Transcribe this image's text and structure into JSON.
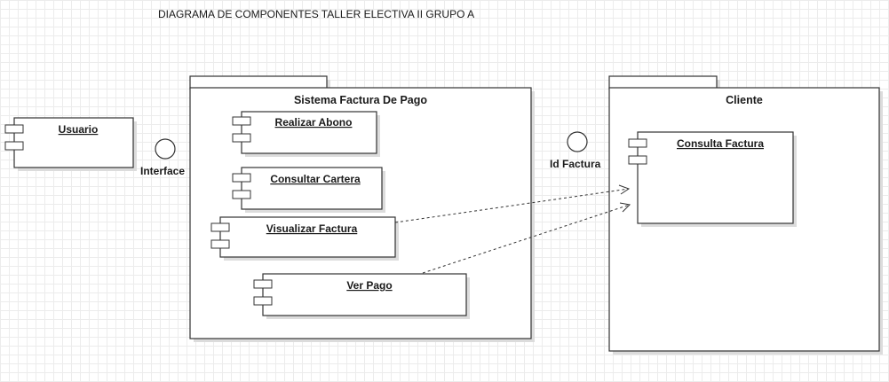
{
  "diagram": {
    "title": "DIAGRAMA DE COMPONENTES TALLER ELECTIVA II GRUPO A",
    "packages": {
      "sistema": "Sistema Factura De Pago",
      "cliente": "Cliente"
    },
    "components": {
      "usuario": "Usuario",
      "realizar_abono": "Realizar Abono",
      "consultar_cartera": "Consultar Cartera",
      "visualizar_factura": "Visualizar Factura",
      "ver_pago": "Ver Pago",
      "consulta_factura": "Consulta Factura"
    },
    "interfaces": {
      "interface": "Interface",
      "id_factura": "Id Factura"
    }
  }
}
